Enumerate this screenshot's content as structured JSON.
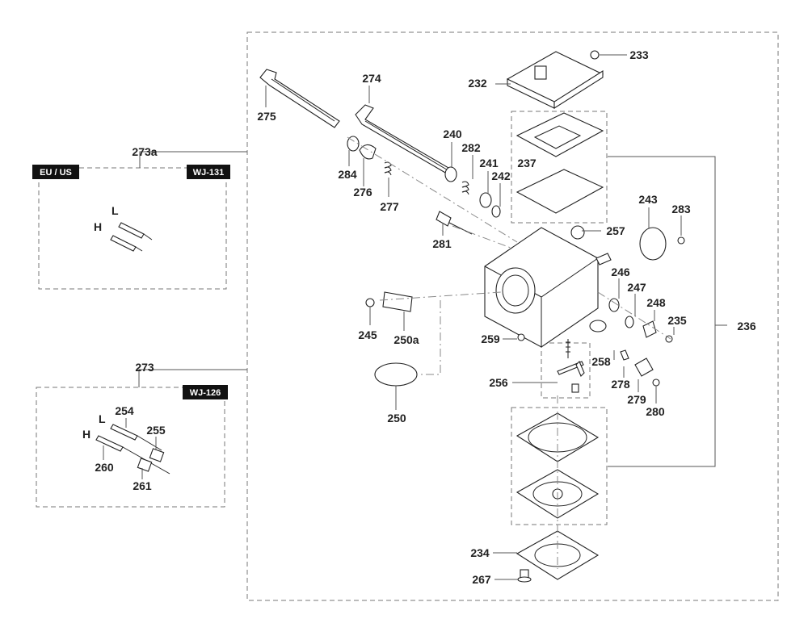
{
  "groups": {
    "left_top": {
      "label": "273a",
      "region": "EU / US",
      "kit": "WJ-131",
      "low": "L",
      "high": "H"
    },
    "left_bottom": {
      "label": "273",
      "kit": "WJ-126",
      "low": "L",
      "high": "H"
    },
    "right_bracket": "236"
  },
  "callouts": {
    "p233": "233",
    "p232": "232",
    "p275": "275",
    "p274": "274",
    "p240": "240",
    "p282": "282",
    "p241": "241",
    "p242": "242",
    "p237": "237",
    "p284": "284",
    "p276": "276",
    "p277": "277",
    "p281": "281",
    "p243": "243",
    "p283": "283",
    "p257": "257",
    "p246": "246",
    "p247": "247",
    "p248": "248",
    "p235": "235",
    "p245": "245",
    "p250a": "250a",
    "p259": "259",
    "p258": "258",
    "p256": "256",
    "p278": "278",
    "p279": "279",
    "p280": "280",
    "p250": "250",
    "p254": "254",
    "p255": "255",
    "p260": "260",
    "p261": "261",
    "p234": "234",
    "p267": "267"
  }
}
